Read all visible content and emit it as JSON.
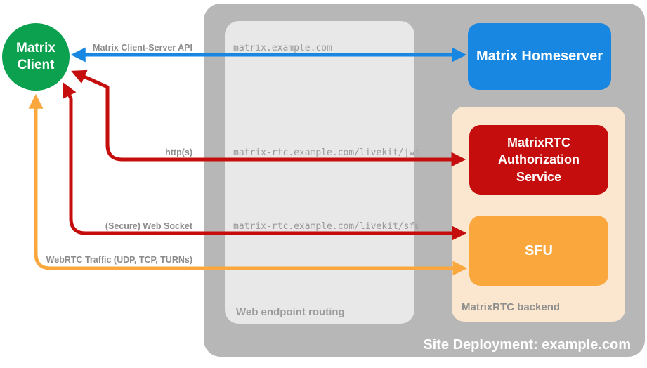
{
  "colors": {
    "site_panel": "#b7b7b7",
    "routing_panel": "#e8e8e8",
    "backend_panel": "#fbe7cf",
    "client_green": "#0ba14f",
    "homeserver_blue": "#1787e2",
    "auth_red": "#c50d0d",
    "sfu_orange": "#faa83e",
    "conn_label": "#8b8b8b",
    "url_text": "#9a9a9a",
    "routing_caption": "#9b9b9b",
    "backend_caption": "#8f8f8f",
    "site_caption": "#ffffff"
  },
  "nodes": {
    "client": {
      "label_line1": "Matrix",
      "label_line2": "Client"
    },
    "homeserver": {
      "label": "Matrix Homeserver"
    },
    "auth_service": {
      "label_line1": "MatrixRTC",
      "label_line2": "Authorization",
      "label_line3": "Service"
    },
    "sfu": {
      "label": "SFU"
    }
  },
  "panels": {
    "web_endpoint_routing": {
      "caption": "Web endpoint routing"
    },
    "matrixrtc_backend": {
      "caption": "MatrixRTC backend"
    },
    "site_deployment": {
      "caption": "Site Deployment: example.com"
    }
  },
  "connections": [
    {
      "label": "Matrix Client-Server API",
      "route": "matrix.example.com",
      "color_name": "blue"
    },
    {
      "label": "http(s)",
      "route": "matrix-rtc.example.com/livekit/jwt",
      "color_name": "red"
    },
    {
      "label": "(Secure) Web Socket",
      "route": "matrix-rtc.example.com/livekit/sfu",
      "color_name": "red"
    },
    {
      "label": "WebRTC Traffic (UDP, TCP, TURNs)",
      "route": "",
      "color_name": "orange"
    }
  ]
}
